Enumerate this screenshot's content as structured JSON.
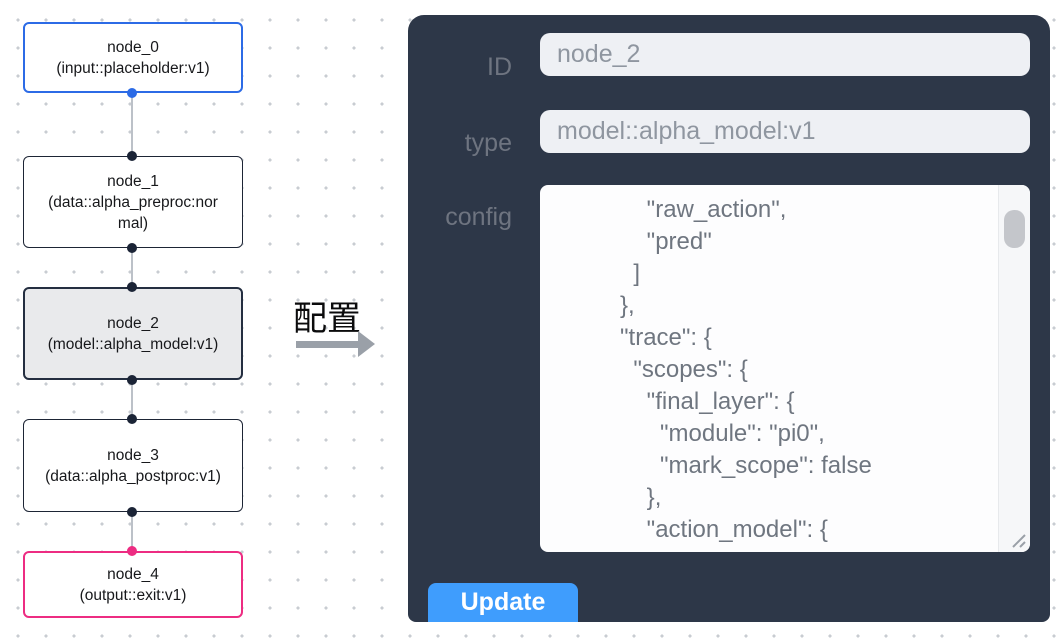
{
  "colors": {
    "panel_bg": "#2d3748",
    "button_bg": "#3f9dfd",
    "input_border": "#2c6be6",
    "default_border": "#1d2535",
    "output_border": "#ed2c82",
    "selected_bg": "#e9eaec"
  },
  "flow": {
    "nodes": [
      {
        "name": "node_0",
        "type_label": "(input::placeholder:v1)"
      },
      {
        "name": "node_1",
        "type_label": "(data::alpha_preproc:normal)"
      },
      {
        "name": "node_2",
        "type_label": "(model::alpha_model:v1)",
        "selected": true
      },
      {
        "name": "node_3",
        "type_label": "(data::alpha_postproc:v1)"
      },
      {
        "name": "node_4",
        "type_label": "(output::exit:v1)"
      }
    ]
  },
  "transition": {
    "label": "配置"
  },
  "panel": {
    "id_label": "ID",
    "id_value": "node_2",
    "type_label": "type",
    "type_value": "model::alpha_model:v1",
    "config_label": "config",
    "config_lines": [
      "          \"raw_action\",",
      "          \"pred\"",
      "        ]",
      "      },",
      "      \"trace\": {",
      "        \"scopes\": {",
      "          \"final_layer\": {",
      "            \"module\": \"pi0\",",
      "            \"mark_scope\": false",
      "          },",
      "          \"action_model\": {"
    ],
    "update_label": "Update"
  }
}
